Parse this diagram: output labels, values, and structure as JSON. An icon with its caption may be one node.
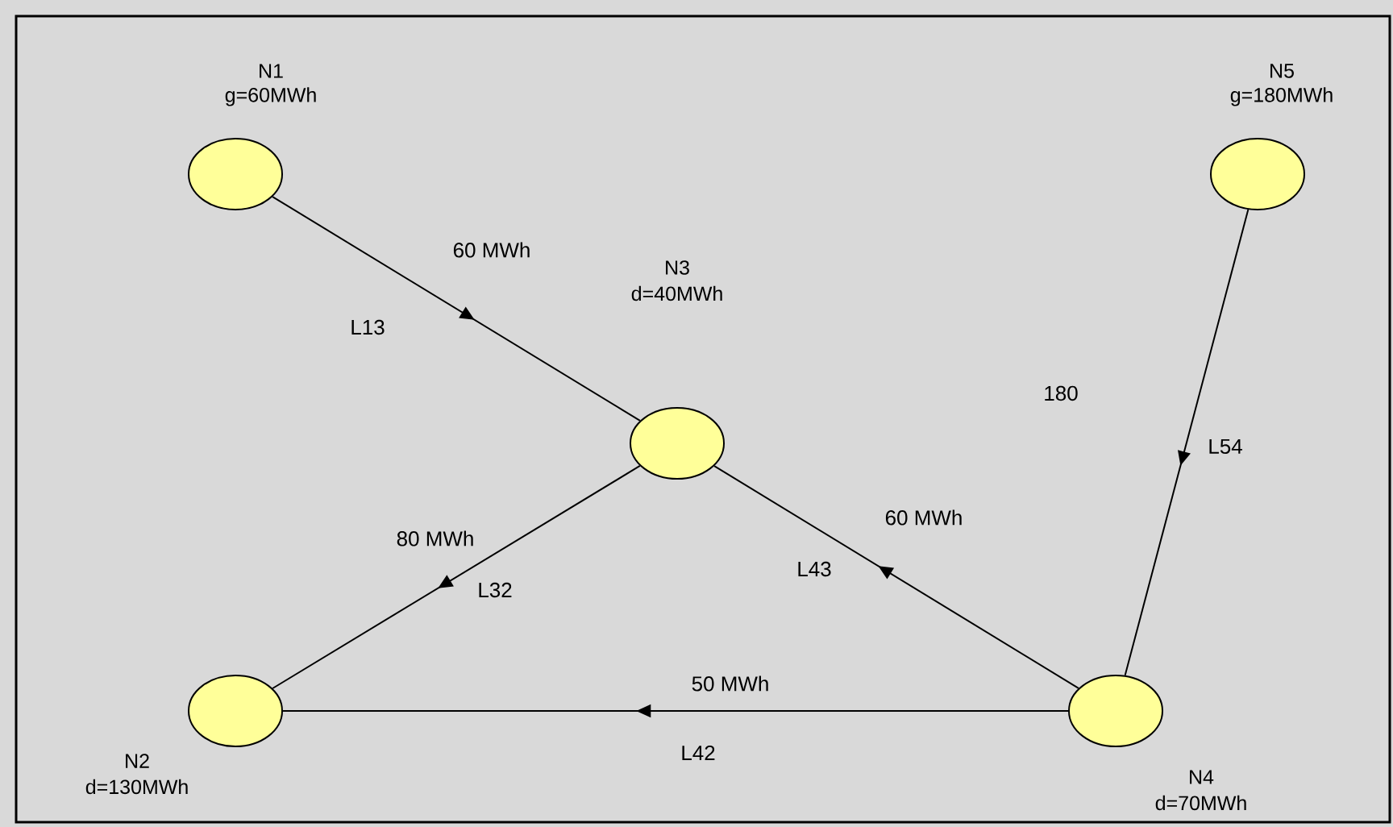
{
  "diagram": {
    "nodes": [
      {
        "text": [],
        "shape": "circle",
        "beside": [
          "N1",
          "g=60MWh"
        ]
      },
      {
        "text": [],
        "shape": "circle",
        "beside": [
          "N2",
          "d=130MWh"
        ]
      },
      {
        "text": [],
        "shape": "circle",
        "beside": [
          "N3",
          "d=40MWh"
        ]
      },
      {
        "text": [],
        "shape": "circle",
        "beside": [
          "N4",
          "d=70MWh"
        ]
      },
      {
        "text": [],
        "shape": "circle",
        "beside": [
          "N5",
          "g=180MWh"
        ]
      }
    ],
    "edges": [
      {
        "from": 0,
        "to": 2,
        "arrow": "to",
        "label": "60 MWh"
      },
      {
        "from": 2,
        "to": 1,
        "arrow": "to",
        "label": "80 MWh"
      },
      {
        "from": 3,
        "to": 2,
        "arrow": "to",
        "label": "60 MWh"
      },
      {
        "from": 3,
        "to": 1,
        "arrow": "to",
        "label": "50 MWh"
      },
      {
        "from": 4,
        "to": 3,
        "arrow": "to"
      }
    ],
    "labels": [
      "L13",
      "180",
      "L32",
      "L43",
      "L42",
      "L54"
    ]
  }
}
